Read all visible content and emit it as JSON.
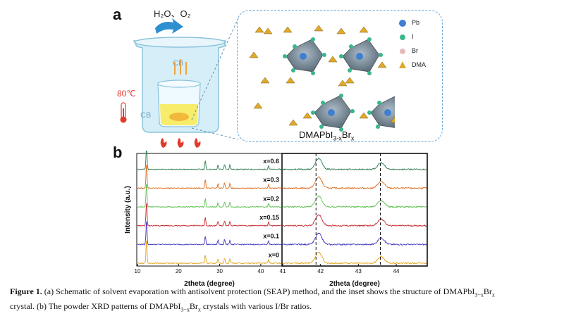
{
  "panel_a": {
    "label": "a",
    "vapor_formula": "H₂O、O₂",
    "cb_top": "CB",
    "cb_bottom": "CB",
    "temperature": "80℃",
    "inset_title": "DMAPbI",
    "inset_title_sub": "3-x",
    "inset_title_mid": "Br",
    "inset_title_sub2": "x",
    "legend": [
      {
        "icon": "pb-sphere-icon",
        "label": "Pb",
        "color": "#3f7fd0"
      },
      {
        "icon": "i-sphere-icon",
        "label": "I",
        "color": "#3ab58c"
      },
      {
        "icon": "br-sphere-icon",
        "label": "Br",
        "color": "#e9b9b9"
      },
      {
        "icon": "dma-molecule-icon",
        "label": "DMA",
        "color": "#e0a92a"
      }
    ]
  },
  "panel_b": {
    "label": "b"
  },
  "chart_data": [
    {
      "type": "line",
      "xlabel": "2theta (degree)",
      "ylabel": "Intensity (a.u.)",
      "xlim": [
        10,
        45
      ],
      "x_ticks": [
        "10",
        "20",
        "30",
        "40"
      ],
      "series": [
        {
          "name": "x=0.6",
          "color": "#2e7d4f"
        },
        {
          "name": "x=0.3",
          "color": "#e06a16"
        },
        {
          "name": "x=0.2",
          "color": "#5bbf4e"
        },
        {
          "name": "x=0.15",
          "color": "#c9252b"
        },
        {
          "name": "x=0.1",
          "color": "#3f35c2"
        },
        {
          "name": "x=0",
          "color": "#e3a41a"
        }
      ],
      "peaks": [
        {
          "x": 12.2,
          "height": 1.0
        },
        {
          "x": 26.5,
          "height": 0.35
        },
        {
          "x": 29.6,
          "height": 0.18
        },
        {
          "x": 31.2,
          "height": 0.22
        },
        {
          "x": 32.5,
          "height": 0.18
        },
        {
          "x": 41.9,
          "height": 0.15
        }
      ]
    },
    {
      "type": "line",
      "xlabel": "2theta (degree)",
      "xlim": [
        41,
        44.8
      ],
      "x_ticks": [
        "41",
        "42",
        "43",
        "44"
      ],
      "reference_lines": [
        41.88,
        43.58
      ],
      "series": [
        {
          "name": "x=0.6",
          "color": "#2e7d4f"
        },
        {
          "name": "x=0.3",
          "color": "#e06a16"
        },
        {
          "name": "x=0.2",
          "color": "#5bbf4e"
        },
        {
          "name": "x=0.15",
          "color": "#c9252b"
        },
        {
          "name": "x=0.1",
          "color": "#3f35c2"
        },
        {
          "name": "x=0",
          "color": "#e3a41a"
        }
      ],
      "peaks": [
        {
          "x": 41.95,
          "height": 1.0
        },
        {
          "x": 43.6,
          "height": 0.6
        }
      ]
    }
  ],
  "caption": {
    "lead": "Figure 1.",
    "text_1": " (a) Schematic of solvent evaporation with antisolvent protection (SEAP) method, and the inset shows the structure of DMAPbI",
    "sub_1": "3−x",
    "text_2": "Br",
    "sub_2": "x",
    "line_2_start": "crystal. (b) The powder XRD patterns of DMAPbI",
    "sub_3": "3−x",
    "text_3": "Br",
    "sub_4": "x",
    "line_2_end": " crystals with various I/Br ratios."
  }
}
